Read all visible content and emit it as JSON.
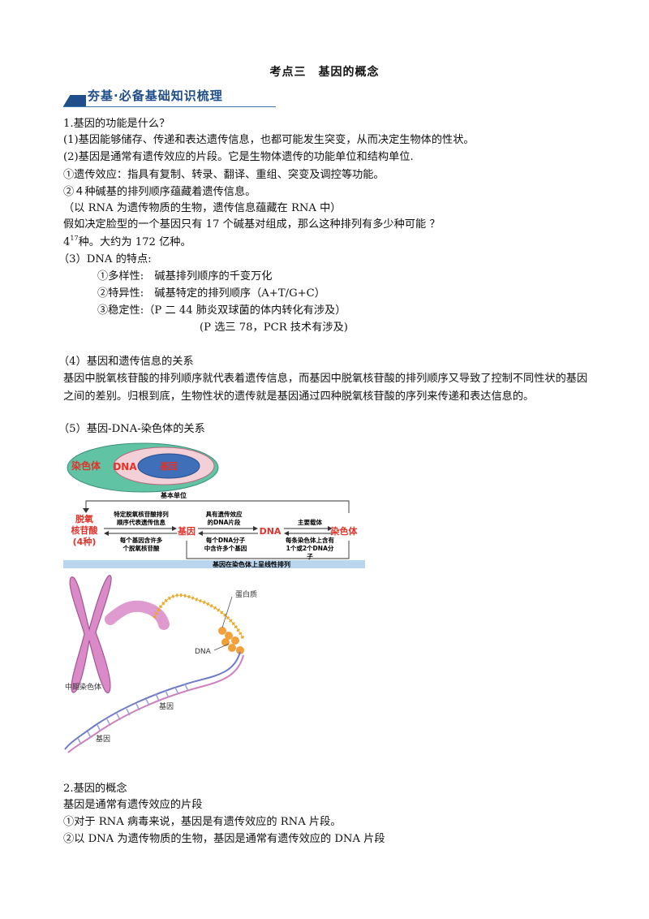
{
  "title": "考点三　基因的概念",
  "banner": "夯基·必备基础知识梳理",
  "section1": {
    "heading": "1.基因的功能是什么？",
    "l1": "(1)基因能够储存、传递和表达遗传信息，也都可能发生突变，从而决定生物体的性状。",
    "l2": "(2)基因是通常有遗传效应的片段。它是生物体遗传的功能单位和结构单位.",
    "l3": "①遗传效应：指具有复制、转录、翻译、重组、突变及调控等功能。",
    "l4": "②４种碱基的排列顺序蕴藏着遗传信息。",
    "l5": "（以 RNA 为遗传物质的生物，遗传信息蕴藏在 RNA 中）",
    "l6": "假如决定脸型的一个基因只有 17 个碱基对组成，那么这种排列有多少种可能 ？",
    "l7_base": "4",
    "l7_sup": "17",
    "l7_rest": "种。大约为 172 亿种。",
    "l8": "（3）DNA 的特点:",
    "l9": "①多样性:　碱基排列顺序的千变万化",
    "l10": "②特异性:　碱基特定的排列顺序（A+T/G+C）",
    "l11": "③稳定性:（P 二 44 肺炎双球菌的体内转化有涉及）",
    "l12": "(P 选三 78，PCR 技术有涉及)",
    "l13": "（4）基因和遗传信息的关系",
    "p1": "基因中脱氧核苷酸的排列顺序就代表着遗传信息，而基因中脱氧核苷酸的排列顺序又导致了控制不同性状的基因之间的差别。归根到底，生物性状的遗传就是基因通过四种脱氧核苷酸的序列来传递和表达信息的。",
    "l14": "（5）基因-DNA-染色体的关系"
  },
  "venn": {
    "outer": "染色体",
    "middle": "DNA",
    "inner": "基因",
    "colors": {
      "outer": "#5fc3a4",
      "middle": "#f3d0d8",
      "inner": "#3f6fb8",
      "label": "#e0332a"
    }
  },
  "flow": {
    "top_label": "基本单位",
    "left_line1": "脱氧",
    "left_line2": "核苷酸",
    "left_line3": "(4种)",
    "arrow1_top1": "特定脱氧核苷酸排列",
    "arrow1_top2": "顺序代表遗传信息",
    "arrow1_bot1": "每个基因含许多",
    "arrow1_bot2": "个脱氧核苷酸",
    "gene": "基因",
    "arrow2_top1": "具有遗传效应",
    "arrow2_top2": "的DNA片段",
    "arrow2_bot1": "每个DNA分子",
    "arrow2_bot2": "中含许多个基因",
    "dna": "DNA",
    "arrow3_top": "主要载体",
    "arrow3_bot1": "每条染色体上含有",
    "arrow3_bot2": "1个或2个DNA分",
    "arrow3_bot3": "子",
    "chromosome": "染色体",
    "bottom_label": "基因在染色体上呈线性排列"
  },
  "illustration": {
    "protein": "蛋白质",
    "dna": "DNA",
    "chromosome": "中期染色体",
    "gene1": "基因",
    "gene2": "基因"
  },
  "section2": {
    "heading": "2.基因的概念",
    "l1": "基因是通常有遗传效应的片段",
    "l2": "①对于 RNA 病毒来说，基因是有遗传效应的 RNA 片段。",
    "l3": "②以 DNA 为遗传物质的生物，基因是通常有遗传效应的 DNA 片段"
  }
}
